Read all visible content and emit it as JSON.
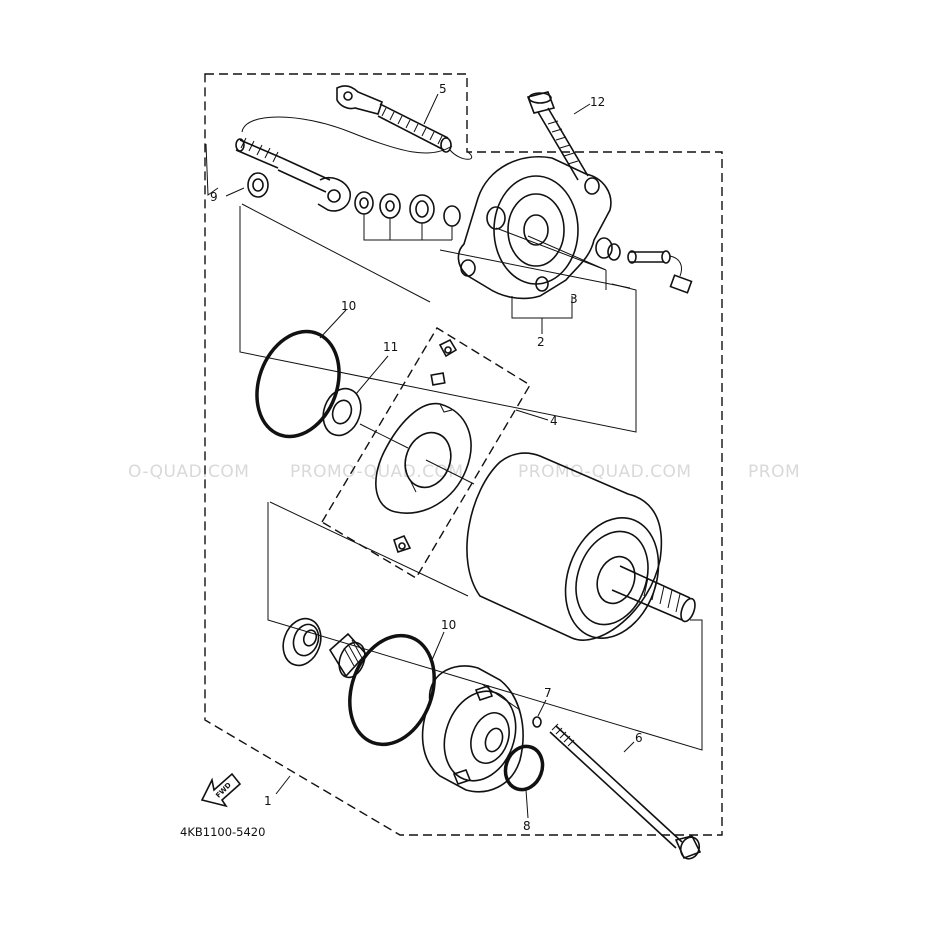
{
  "diagram": {
    "part_code": "4KB1100-5420",
    "fwd_label": "FWD",
    "callouts": [
      "1",
      "2",
      "3",
      "4",
      "5",
      "6",
      "7",
      "8",
      "9",
      "10",
      "10",
      "11",
      "12"
    ],
    "watermarks": [
      "O-QUAD.COM",
      "PROMO-QUAD.COM",
      "PROMO-QUAD.COM",
      "PROM"
    ]
  }
}
